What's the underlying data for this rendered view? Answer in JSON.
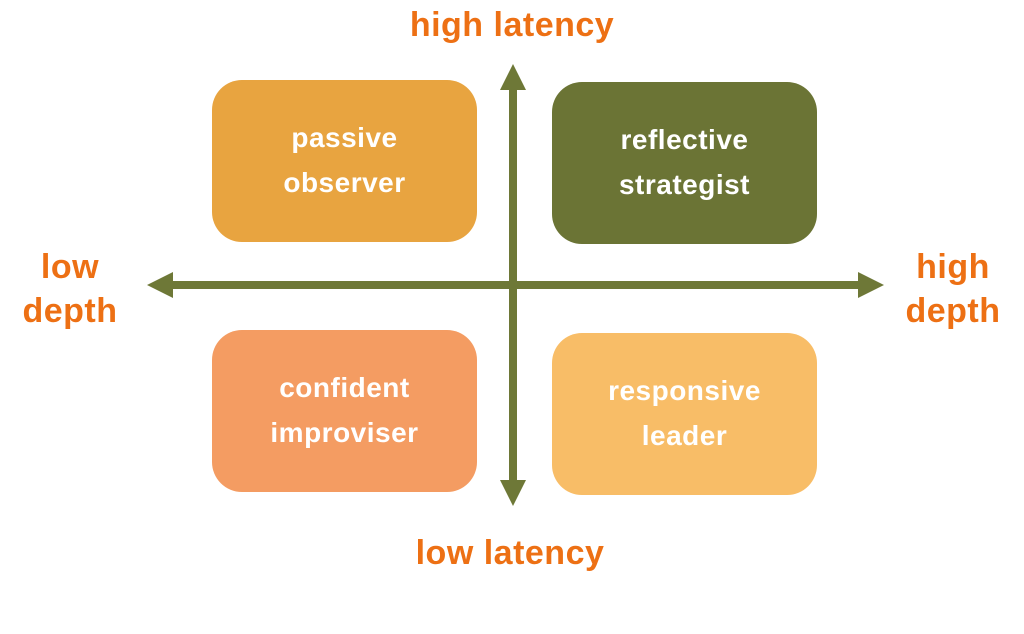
{
  "colors": {
    "background": "#ffffff",
    "axis": "#6e7837",
    "label_text": "#ed7014",
    "box_text": "#ffffff",
    "quadrant_top_left": "#e8a440",
    "quadrant_top_right": "#6b7435",
    "quadrant_bottom_left": "#f49c62",
    "quadrant_bottom_right": "#f8bd67"
  },
  "axes": {
    "top_label": "high latency",
    "bottom_label": "low latency",
    "left_label": "low\ndepth",
    "right_label": "high\ndepth"
  },
  "quadrants": {
    "top_left": {
      "label": "passive\nobserver"
    },
    "top_right": {
      "label": "reflective\nstrategist"
    },
    "bottom_left": {
      "label": "confident\nimproviser"
    },
    "bottom_right": {
      "label": "responsive\nleader"
    }
  }
}
